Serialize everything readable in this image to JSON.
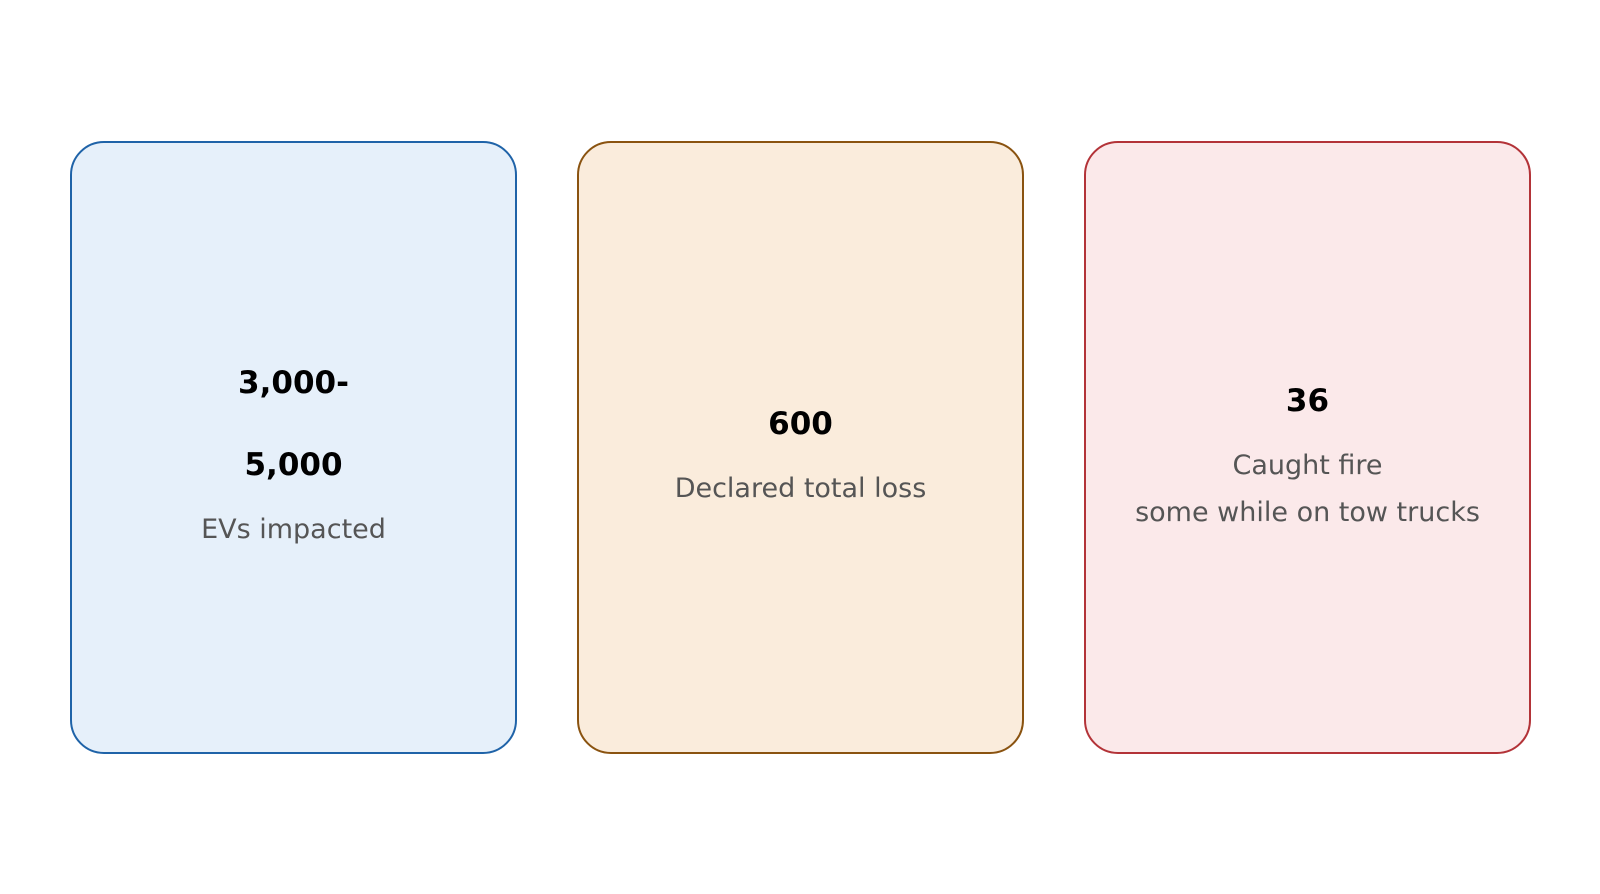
{
  "colors": {
    "blue_border": "#1f63a8",
    "orange_border": "#8a5310",
    "red_border": "#b33338"
  },
  "cards": [
    {
      "value_lines": [
        "3,000-",
        "5,000"
      ],
      "label_lines": [
        "EVs impacted"
      ]
    },
    {
      "value_lines": [
        "600"
      ],
      "label_lines": [
        "Declared total loss"
      ]
    },
    {
      "value_lines": [
        "36"
      ],
      "label_lines": [
        "Caught fire",
        "some while on tow trucks"
      ]
    }
  ]
}
